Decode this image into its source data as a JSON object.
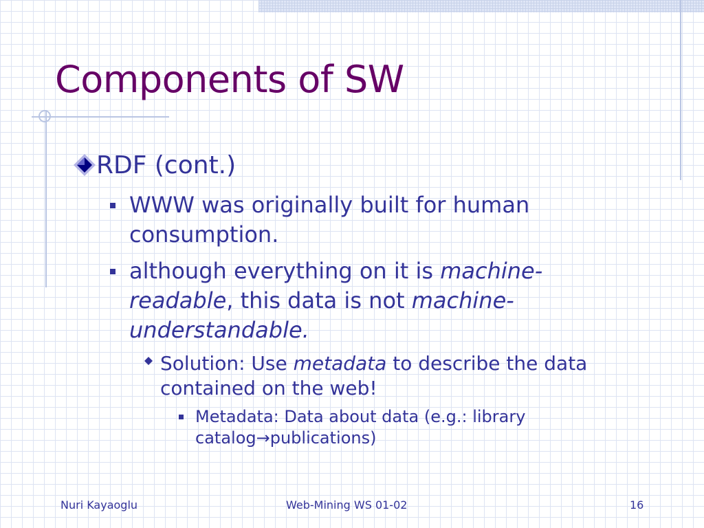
{
  "slide": {
    "title": "Components of SW",
    "level1": {
      "text": "RDF (cont.)"
    },
    "bullet1": {
      "text": "WWW was originally built for human consumption."
    },
    "bullet2": {
      "part1": "although everything on it is ",
      "italic1": "machine-readable",
      "part2": ", this data is not ",
      "italic2": "machine-understandable."
    },
    "sub_bullet": {
      "part1": "Solution: Use ",
      "italic": "metadata",
      "part2": " to describe the data contained on the web!"
    },
    "sub_sub_bullet": {
      "part1": "Metadata: Data about data (e.g.: library catalog",
      "arrow": "→",
      "part2": "publications)"
    }
  },
  "footer": {
    "author": "Nuri Kayaoglu",
    "course": "Web-Mining WS 01-02",
    "page_number": "16"
  },
  "colors": {
    "title": "#660066",
    "text": "#333399",
    "grid": "#dde3f2",
    "decoration": "#b9c5e3"
  }
}
